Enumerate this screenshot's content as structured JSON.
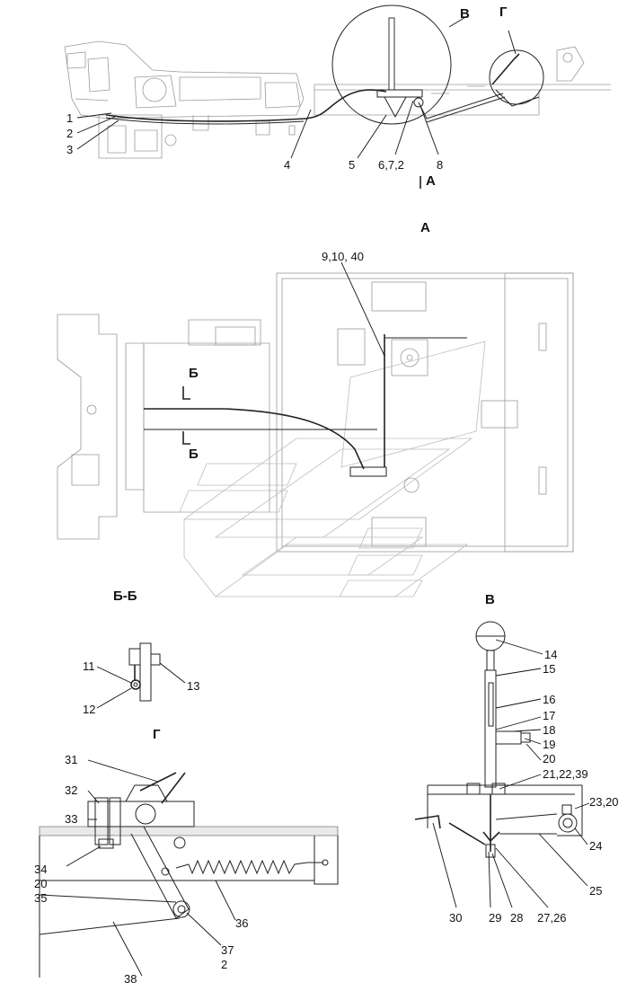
{
  "views": {
    "a": "А",
    "bb": "Б-Б",
    "v": "В",
    "g": "Г"
  },
  "markers": {
    "v_top": "В",
    "g_top": "Г",
    "a_arrow": "А",
    "b_top": "Б",
    "b_bottom": "Б"
  },
  "callouts": {
    "top": [
      "1",
      "2",
      "3",
      "4",
      "5",
      "6,7,2",
      "8"
    ],
    "view_a": [
      "9,10, 40"
    ],
    "section_bb": [
      "11",
      "12",
      "13"
    ],
    "view_v": [
      "14",
      "15",
      "16",
      "17",
      "18",
      "19",
      "20",
      "21,22,39",
      "23,20",
      "24",
      "25",
      "30",
      "29",
      "28",
      "27,26"
    ],
    "view_g": [
      "31",
      "32",
      "33",
      "34",
      "20",
      "35",
      "36",
      "37",
      "2",
      "38"
    ]
  }
}
